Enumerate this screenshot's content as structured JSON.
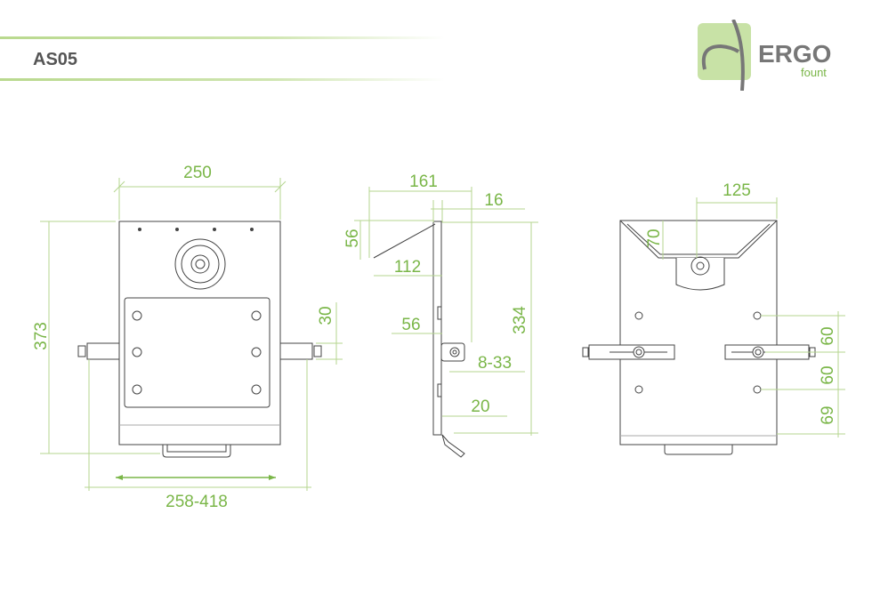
{
  "header": {
    "title": "AS05"
  },
  "logo": {
    "brand": "ERGO",
    "sub": "fount"
  },
  "colors": {
    "accent": "#7ab648",
    "dimension_line": "#b5d68f",
    "logo_bg": "#c8e2a6",
    "logo_gray": "#777777"
  },
  "front_view": {
    "width": "250",
    "height": "373",
    "clamp_range": "258-418",
    "clamp_offset": "30"
  },
  "side_view": {
    "depth_top": "161",
    "offset": "16",
    "angle_height": "56",
    "angle_depth": "112",
    "bracket_depth": "56",
    "range": "8-33",
    "bottom": "20",
    "height": "334"
  },
  "back_view": {
    "width": "125",
    "hopper_height": "70",
    "spacing_1": "60",
    "spacing_2": "60",
    "bottom": "69"
  }
}
